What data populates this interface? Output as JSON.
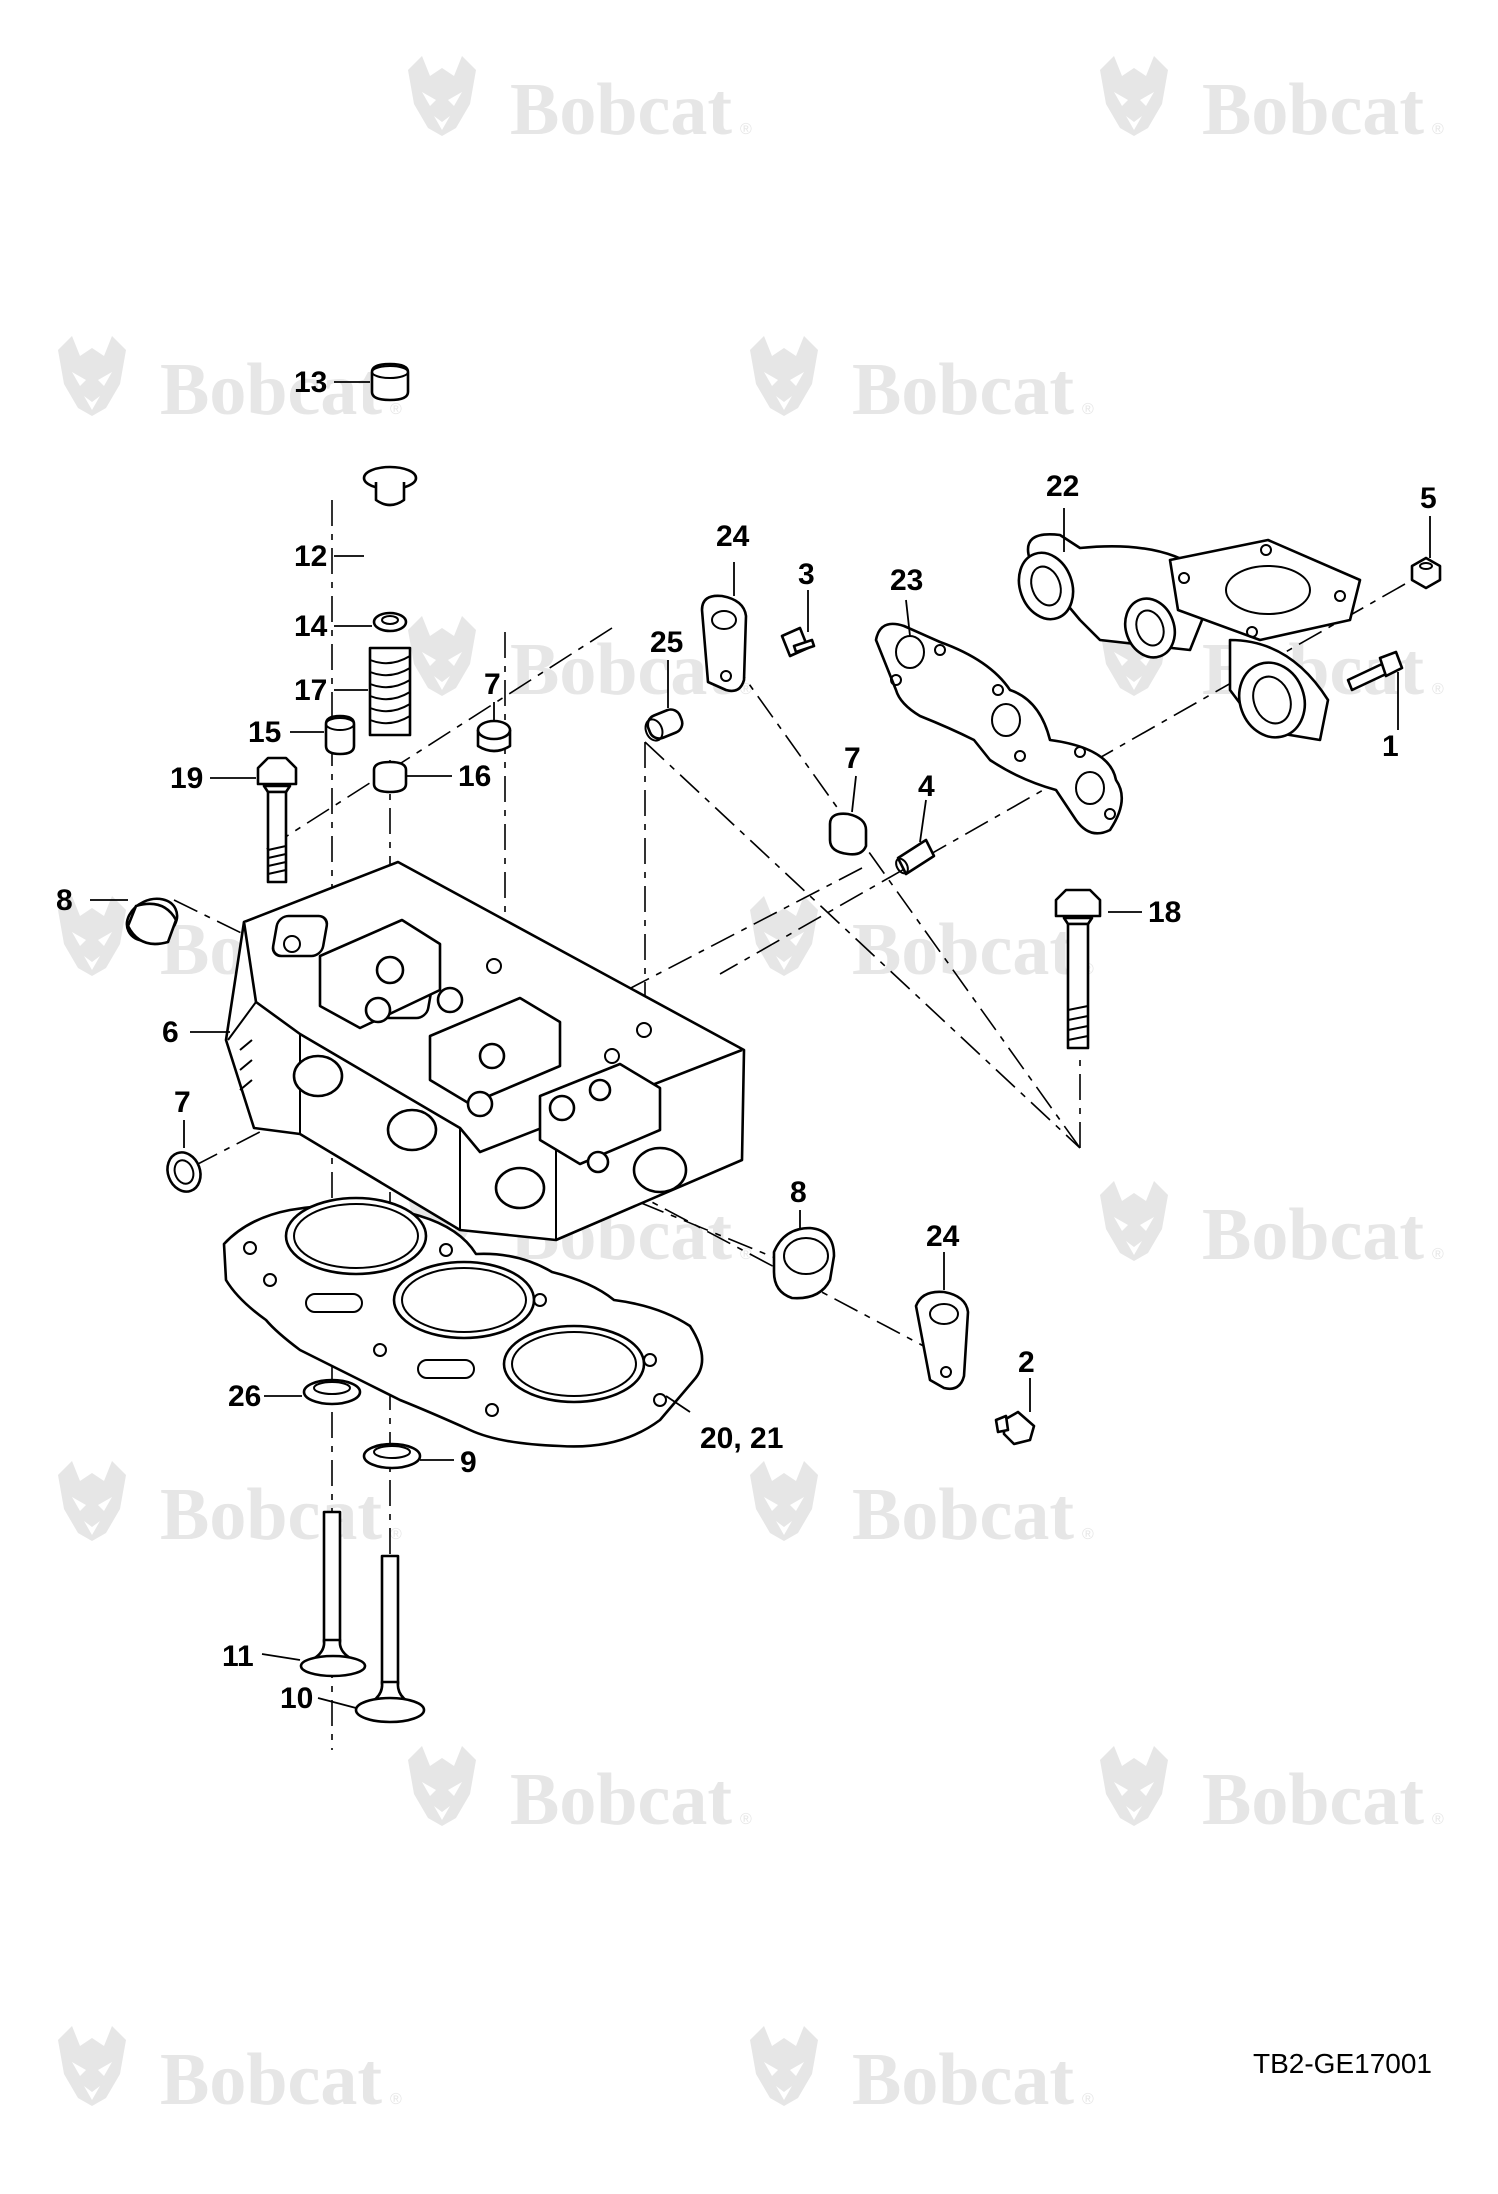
{
  "watermark": {
    "brand": "Bobcat",
    "reg_mark": "®",
    "logo_icon": "bobcat-head-logo"
  },
  "reference_code": "TB2-GE17001",
  "callouts": [
    {
      "id": "c1",
      "label": "1"
    },
    {
      "id": "c2",
      "label": "2"
    },
    {
      "id": "c3",
      "label": "3"
    },
    {
      "id": "c4",
      "label": "4"
    },
    {
      "id": "c5",
      "label": "5"
    },
    {
      "id": "c6",
      "label": "6"
    },
    {
      "id": "c7a",
      "label": "7"
    },
    {
      "id": "c7b",
      "label": "7"
    },
    {
      "id": "c7c",
      "label": "7"
    },
    {
      "id": "c8a",
      "label": "8"
    },
    {
      "id": "c8b",
      "label": "8"
    },
    {
      "id": "c9",
      "label": "9"
    },
    {
      "id": "c10",
      "label": "10"
    },
    {
      "id": "c11",
      "label": "11"
    },
    {
      "id": "c12",
      "label": "12"
    },
    {
      "id": "c13",
      "label": "13"
    },
    {
      "id": "c14",
      "label": "14"
    },
    {
      "id": "c15",
      "label": "15"
    },
    {
      "id": "c16",
      "label": "16"
    },
    {
      "id": "c17",
      "label": "17"
    },
    {
      "id": "c18",
      "label": "18"
    },
    {
      "id": "c19",
      "label": "19"
    },
    {
      "id": "c2021",
      "label": "20, 21"
    },
    {
      "id": "c22",
      "label": "22"
    },
    {
      "id": "c23",
      "label": "23"
    },
    {
      "id": "c24a",
      "label": "24"
    },
    {
      "id": "c24b",
      "label": "24"
    },
    {
      "id": "c25",
      "label": "25"
    },
    {
      "id": "c26",
      "label": "26"
    }
  ]
}
